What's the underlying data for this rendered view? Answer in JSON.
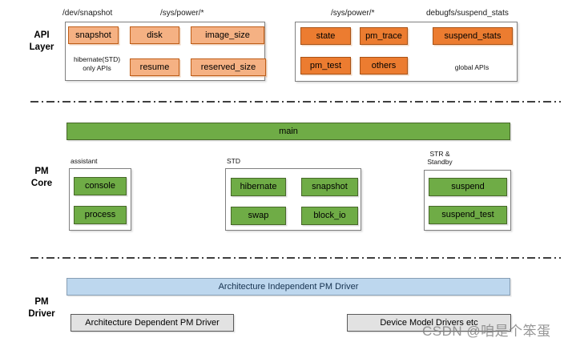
{
  "colors": {
    "orange_light": "#F5B183",
    "orange_dark": "#EC7C30",
    "orange_border": "#BE5D17",
    "green": "#6FAC46",
    "green_border": "#48682A",
    "blue_bar": "#BDD7EE",
    "gray_box": "#E2E2E2",
    "container_border": "#808080"
  },
  "api_layer": {
    "side_label": "API\nLayer",
    "headers": {
      "dev_snapshot": "/dev/snapshot",
      "sys_power_left": "/sys/power/*",
      "sys_power_right": "/sys/power/*",
      "debugfs": "debugfs/suspend_stats"
    },
    "hibernate_group": {
      "boxes": [
        "snapshot",
        "disk",
        "image_size",
        "resume",
        "reserved_size"
      ],
      "note": "hibernate(STD)\nonly APIs"
    },
    "global_group": {
      "boxes": [
        "state",
        "pm_trace",
        "suspend_stats",
        "pm_test",
        "others"
      ],
      "note": "global APIs"
    }
  },
  "pm_core": {
    "side_label": "PM\nCore",
    "main_bar": "main",
    "assistant": {
      "title": "assistant",
      "boxes": [
        "console",
        "process"
      ]
    },
    "std": {
      "title": "STD",
      "boxes": [
        "hibernate",
        "snapshot",
        "swap",
        "block_io"
      ]
    },
    "str_standby": {
      "title": "STR &\nStandby",
      "boxes": [
        "suspend",
        "suspend_test"
      ]
    }
  },
  "pm_driver": {
    "side_label": "PM\nDriver",
    "independent_bar": "Architecture Independent PM Driver",
    "dependent_box": "Architecture Dependent PM Driver",
    "device_box": "Device Model Drivers etc"
  },
  "watermark": "CSDN @咱是个笨蛋"
}
